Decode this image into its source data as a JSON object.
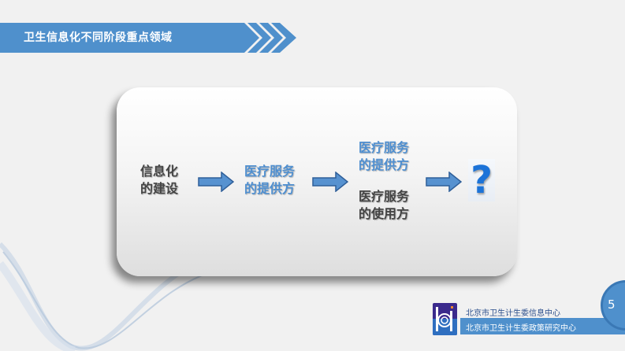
{
  "header": {
    "title": "卫生信息化不同阶段重点领域",
    "bar_color": "#4f90cc"
  },
  "flow": {
    "stage1": {
      "line1": "信息化",
      "line2": "的建设"
    },
    "stage2": {
      "line1": "医疗服务",
      "line2": "的提供方"
    },
    "stage3a": {
      "line1": "医疗服务",
      "line2": "的提供方"
    },
    "stage3b": {
      "line1": "医疗服务",
      "line2": "的使用方"
    },
    "stage4": {
      "symbol": "?",
      "icon": "question-mark-icon"
    },
    "arrow_icon": "right-arrow-icon",
    "colors": {
      "dark_text": "#444444",
      "blue_text": "#4f8fd0",
      "arrow_fill": "#5792d0",
      "arrow_stroke": "#2f5f99"
    }
  },
  "footer": {
    "org_line1": "北京市卫生计生委信息中心",
    "org_line2": "北京市卫生计生委政策研究中心",
    "logo_icon": "hi-logo-icon",
    "page_number": "5"
  }
}
